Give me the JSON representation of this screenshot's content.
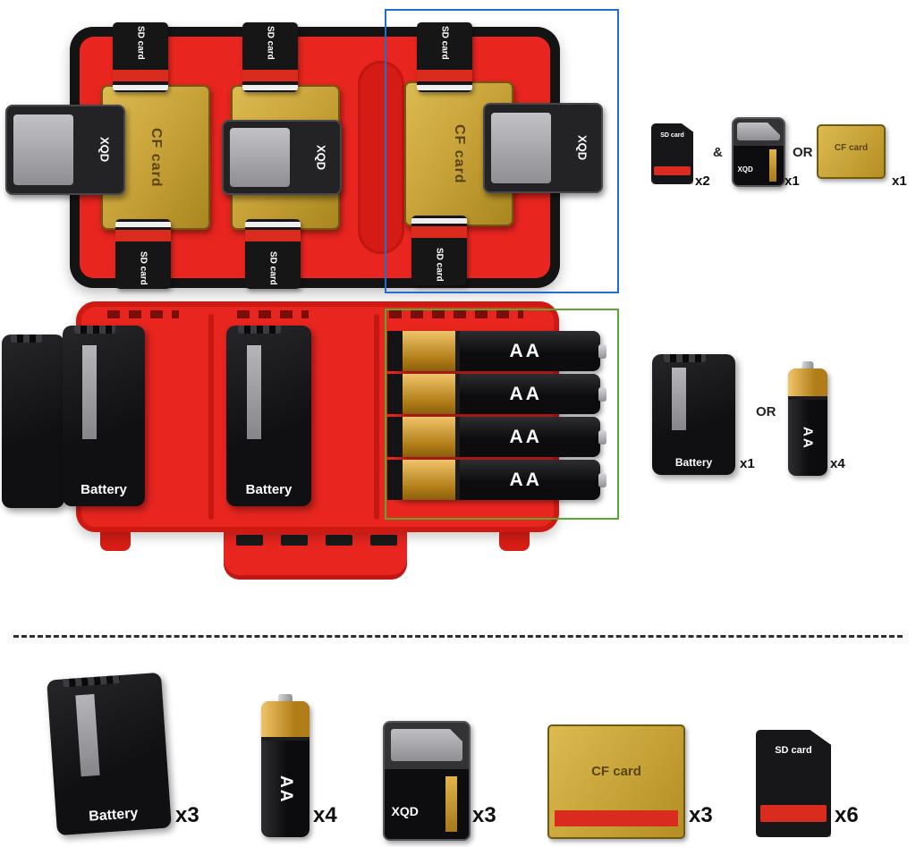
{
  "colors": {
    "case_red": "#e8251f",
    "case_rim": "#141414",
    "blue_outline": "#1e6fd0",
    "green_outline": "#58a832",
    "gold": "#c9a43a",
    "stripe_red": "#d92b1e"
  },
  "labels": {
    "sd_card": "SD card",
    "cf_card": "CF card",
    "xqd": "XQD",
    "battery": "Battery",
    "aa": "AA",
    "and": "&",
    "or": "OR"
  },
  "top_callout": {
    "sd_qty": "x2",
    "xqd_qty": "x1",
    "cf_qty": "x1"
  },
  "mid_callout": {
    "battery_qty": "x1",
    "aa_qty": "x4"
  },
  "bottom_row": {
    "battery_qty": "x3",
    "aa_qty": "x4",
    "xqd_qty": "x3",
    "cf_qty": "x3",
    "sd_qty": "x6"
  }
}
